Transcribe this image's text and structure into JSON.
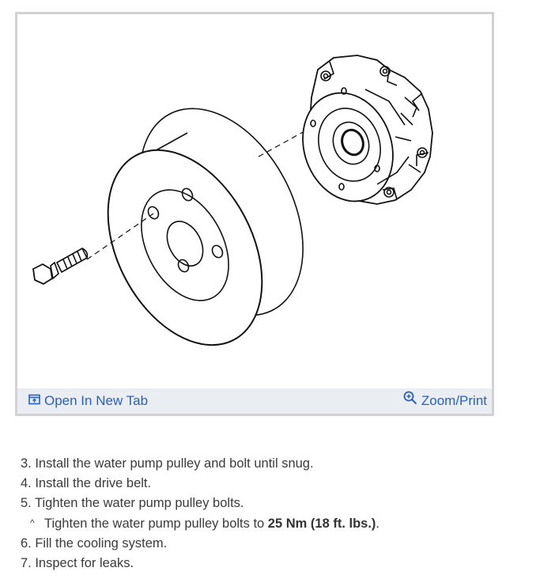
{
  "figure": {
    "open_label": "Open In New Tab",
    "zoom_label": "Zoom/Print",
    "open_icon": "open-in-new-tab-icon",
    "zoom_icon": "zoom-magnifier-icon",
    "link_color": "#2660c4"
  },
  "steps": [
    {
      "text": "3. Install the water pump pulley and bolt until snug."
    },
    {
      "text": "4. Install the drive belt."
    },
    {
      "text": "5. Tighten the water pump pulley bolts."
    },
    {
      "caret": "^",
      "text": "Tighten the water pump pulley bolts to ",
      "bold": "25 Nm (18 ft. lbs.)",
      "after": "."
    },
    {
      "text": "6. Fill the cooling system."
    },
    {
      "text": "7. Inspect for leaks."
    }
  ]
}
